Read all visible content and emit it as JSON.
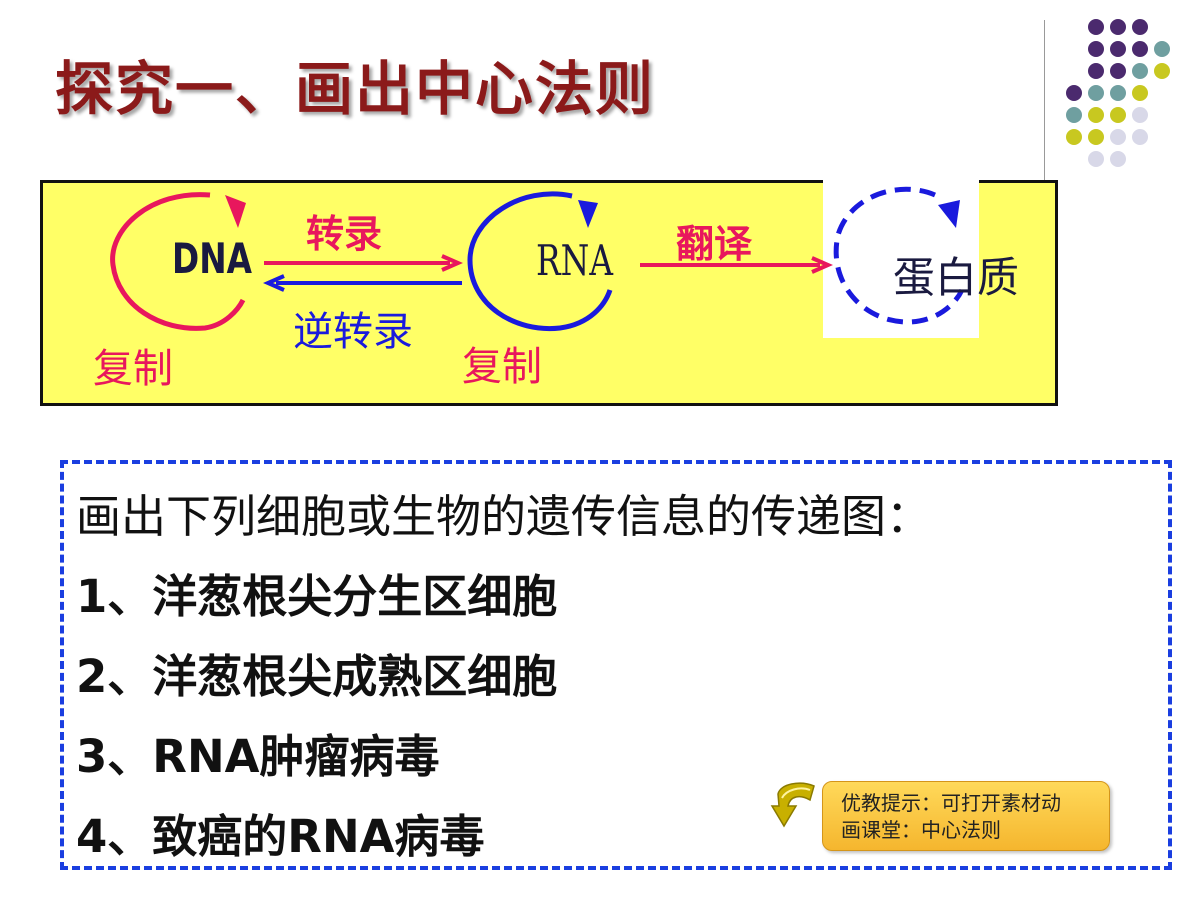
{
  "slide": {
    "title": "探究一、画出中心法则"
  },
  "diagram": {
    "dna": "DNA",
    "rna": "RNA",
    "protein": "蛋白质",
    "transcription": "转录",
    "reverse_transcription": "逆转录",
    "translation": "翻译",
    "replication_dna": "复制",
    "replication_rna": "复制",
    "colors": {
      "box_fill": "#ffff66",
      "red": "#e8175d",
      "blue": "#1a1add"
    }
  },
  "task": {
    "prompt": "画出下列细胞或生物的遗传信息的传递图：",
    "items": [
      "1、洋葱根尖分生区细胞",
      "2、洋葱根尖成熟区细胞",
      "3、RNA肿瘤病毒",
      "4、致癌的RNA病毒"
    ],
    "border_color": "#1a3ee0"
  },
  "hint": {
    "line1": "优教提示：可打开素材动",
    "line2": "画课堂：中心法则",
    "icon": "curved-arrow-icon"
  },
  "decoration": {
    "dot_colors": [
      "#4b2a6e",
      "#6f9fa0",
      "#c8c820",
      "#d8d8e8"
    ]
  }
}
